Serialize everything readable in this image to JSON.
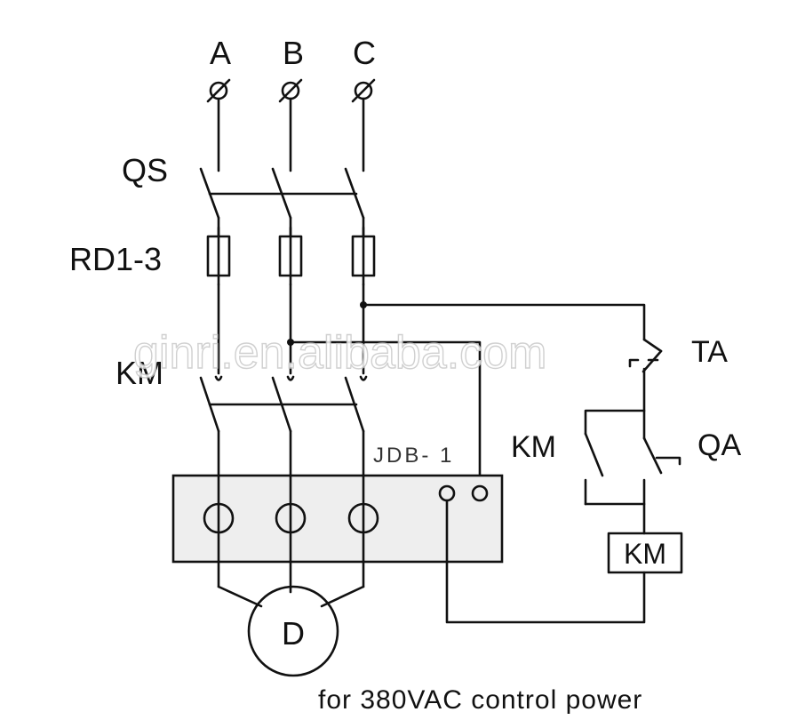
{
  "phases": [
    "A",
    "B",
    "C"
  ],
  "labels": {
    "qs": "QS",
    "fuse": "RD1-3",
    "km_main": "KM",
    "ta": "TA",
    "km_aux": "KM",
    "qa": "QA",
    "relay": "JDB- 1",
    "coil": "KM",
    "motor": "D"
  },
  "watermark": "ginri.en.alibaba.com",
  "caption": "for 380VAC control power"
}
